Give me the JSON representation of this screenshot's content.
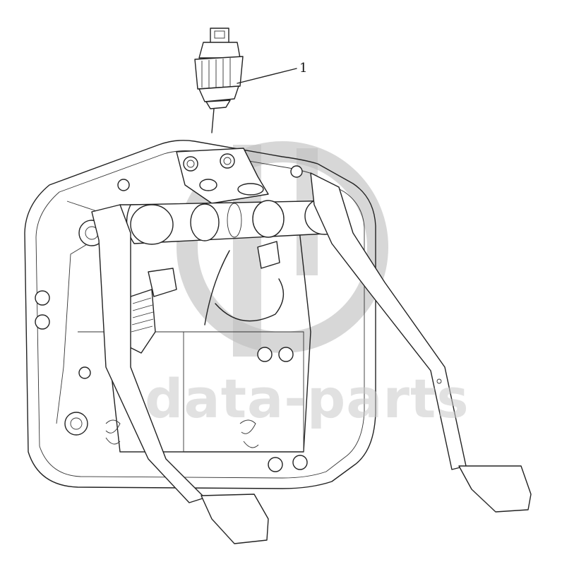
{
  "diagram": {
    "callouts": [
      {
        "number": "1",
        "part": "switch-sensor"
      }
    ],
    "watermark_text": "data-parts",
    "colors": {
      "line": "#222222",
      "watermark": "#bdbdbd",
      "background": "#ffffff"
    }
  }
}
